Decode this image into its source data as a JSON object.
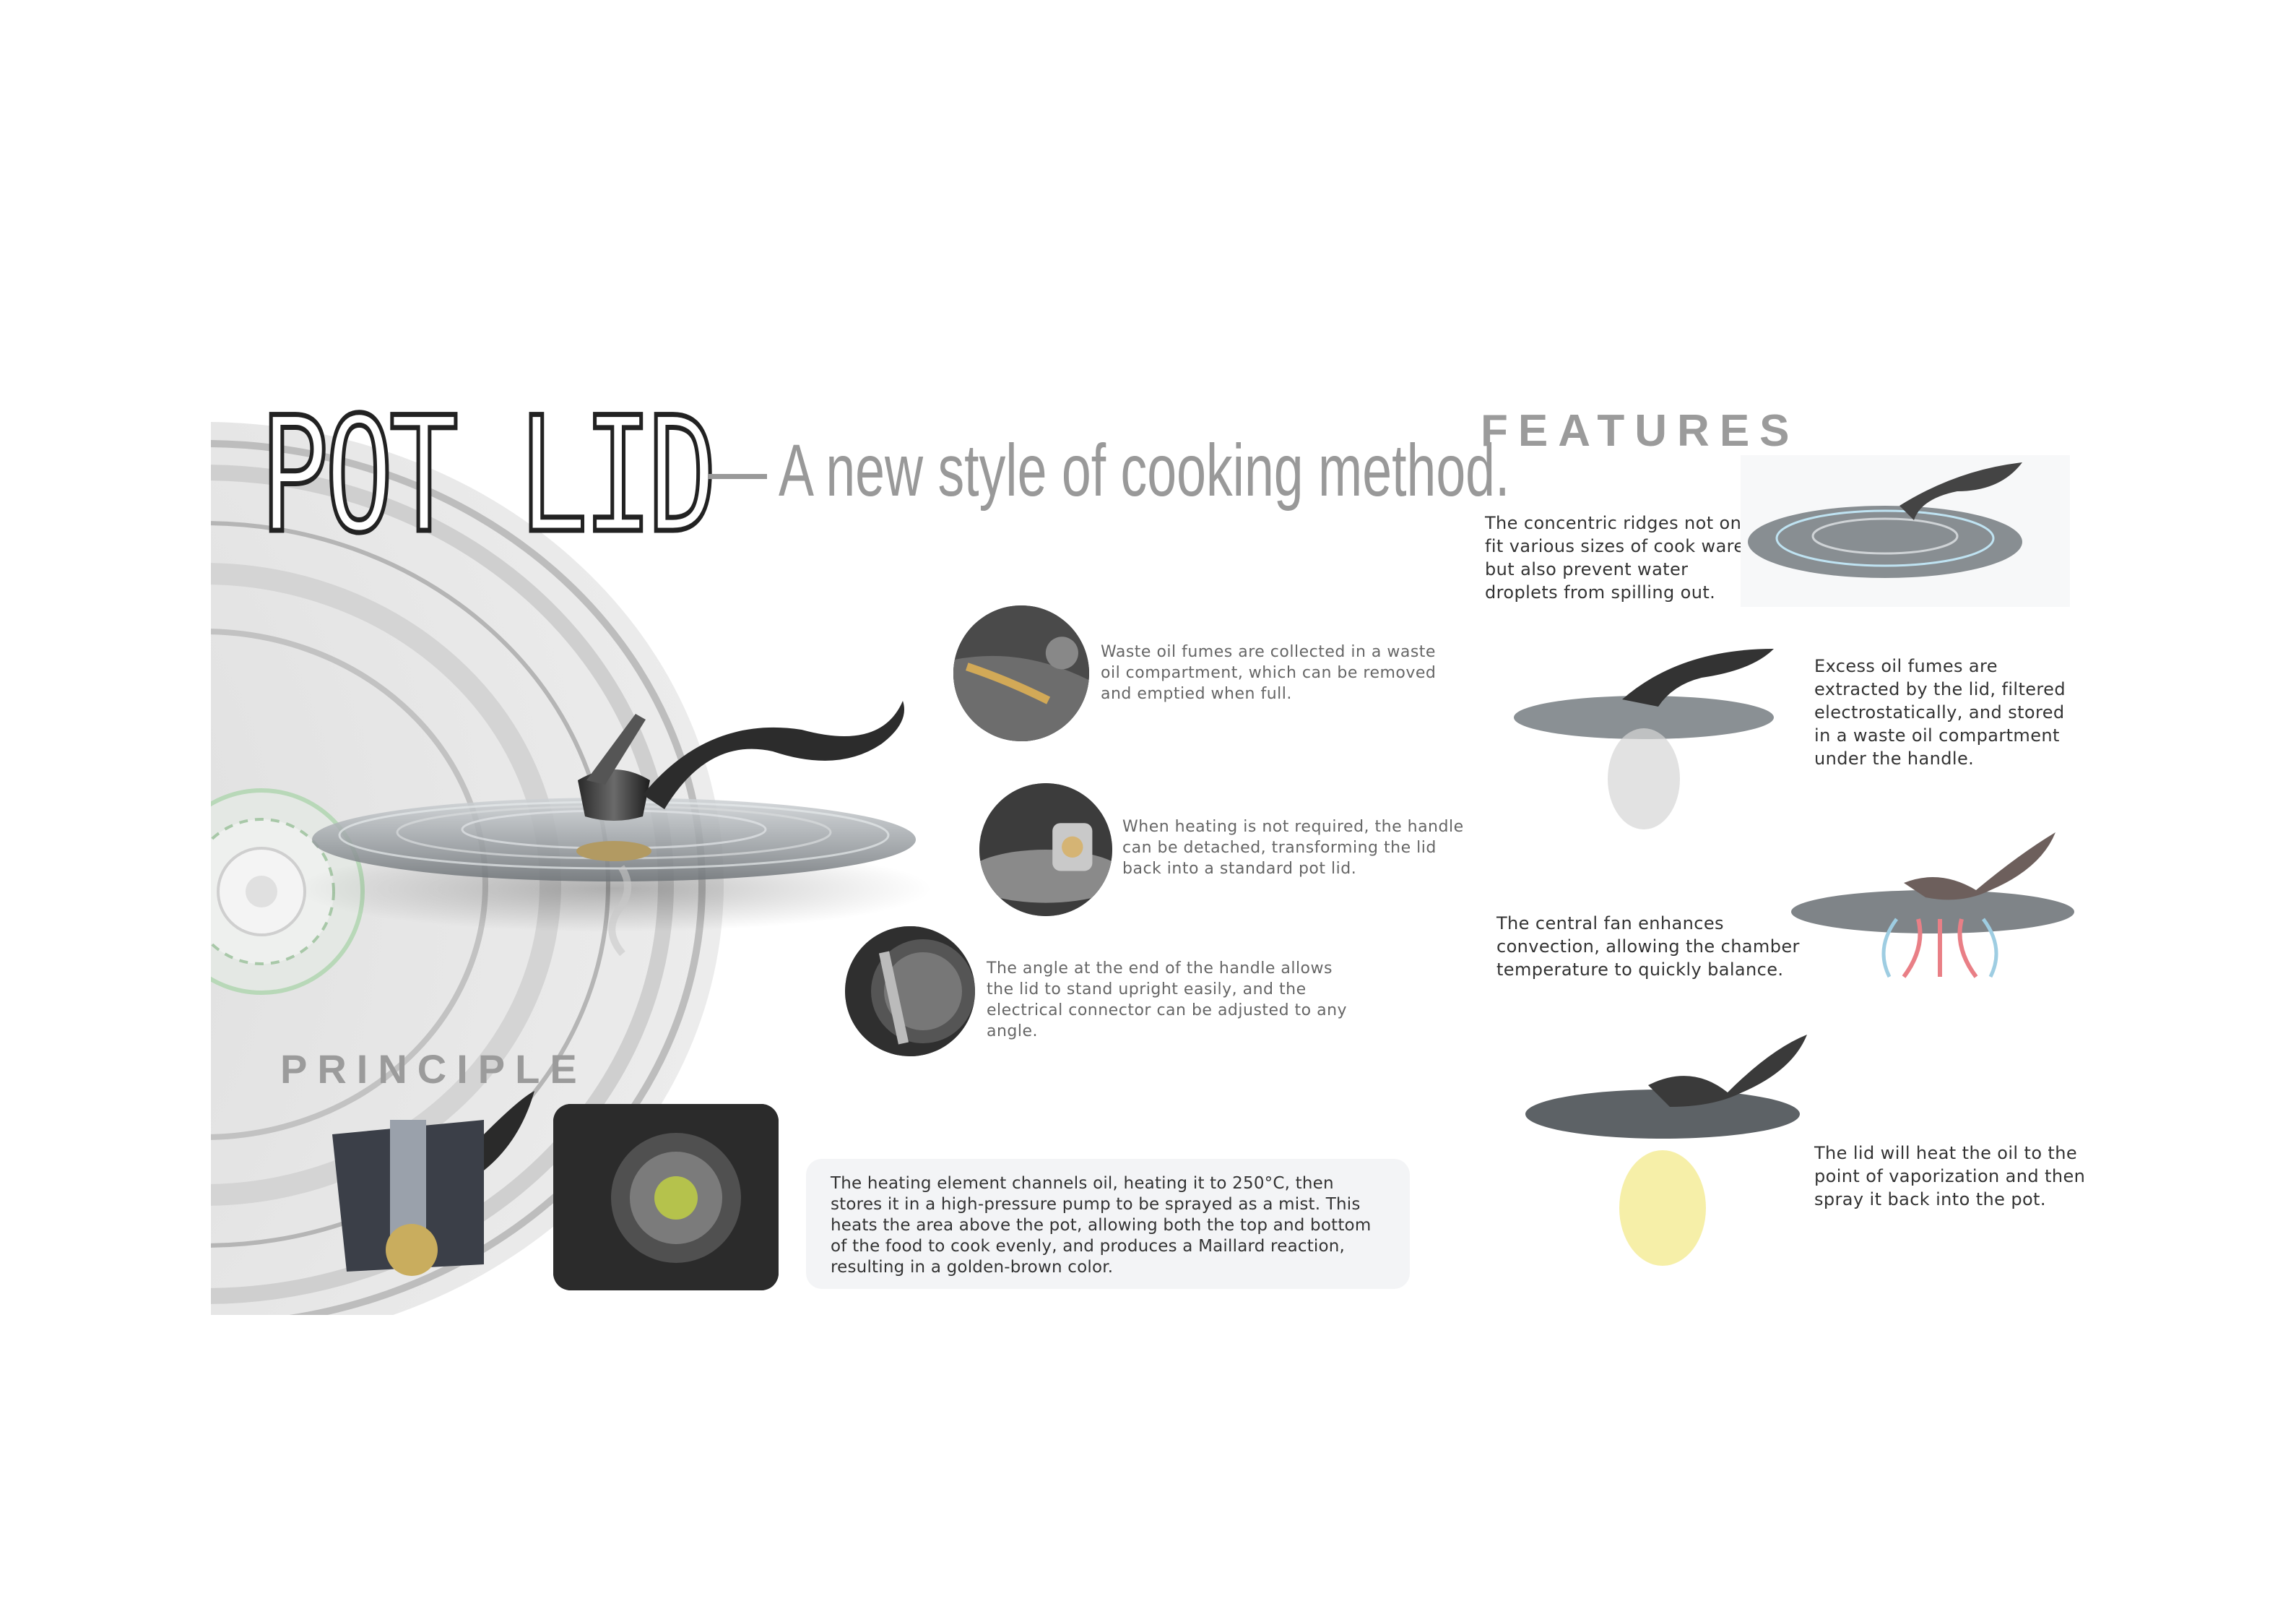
{
  "header": {
    "title": "POT LID",
    "subtitle": "A new style of cooking method."
  },
  "sections": {
    "features": "FEATURES",
    "principle": "PRINCIPLE"
  },
  "callouts": [
    "Waste oil fumes are collected in a waste oil compartment, which can be removed and emptied when full.",
    "When heating is not required, the handle can be detached, transforming the lid back into a standard pot lid.",
    "The angle at the end of the handle allows the lid to stand upright easily, and the electrical connector can be adjusted to any angle."
  ],
  "features": [
    "The concentric ridges not only fit various sizes of cook ware but also prevent water droplets from spilling out.",
    "Excess oil fumes are extracted by the lid, filtered electrostatically, and stored in a waste oil compartment under the handle.",
    "The central fan enhances convection, allowing the chamber temperature to quickly balance.",
    "The lid will heat the oil to the point of vaporization and then spray it back into the pot."
  ],
  "principle": {
    "text": "The heating element channels oil, heating it to 250°C, then stores it in a high-pressure pump to be sprayed as a mist. This heats the area above the pot, allowing both the top and bottom of the food to cook evenly, and produces a Maillard reaction, resulting in a golden-brown color."
  }
}
